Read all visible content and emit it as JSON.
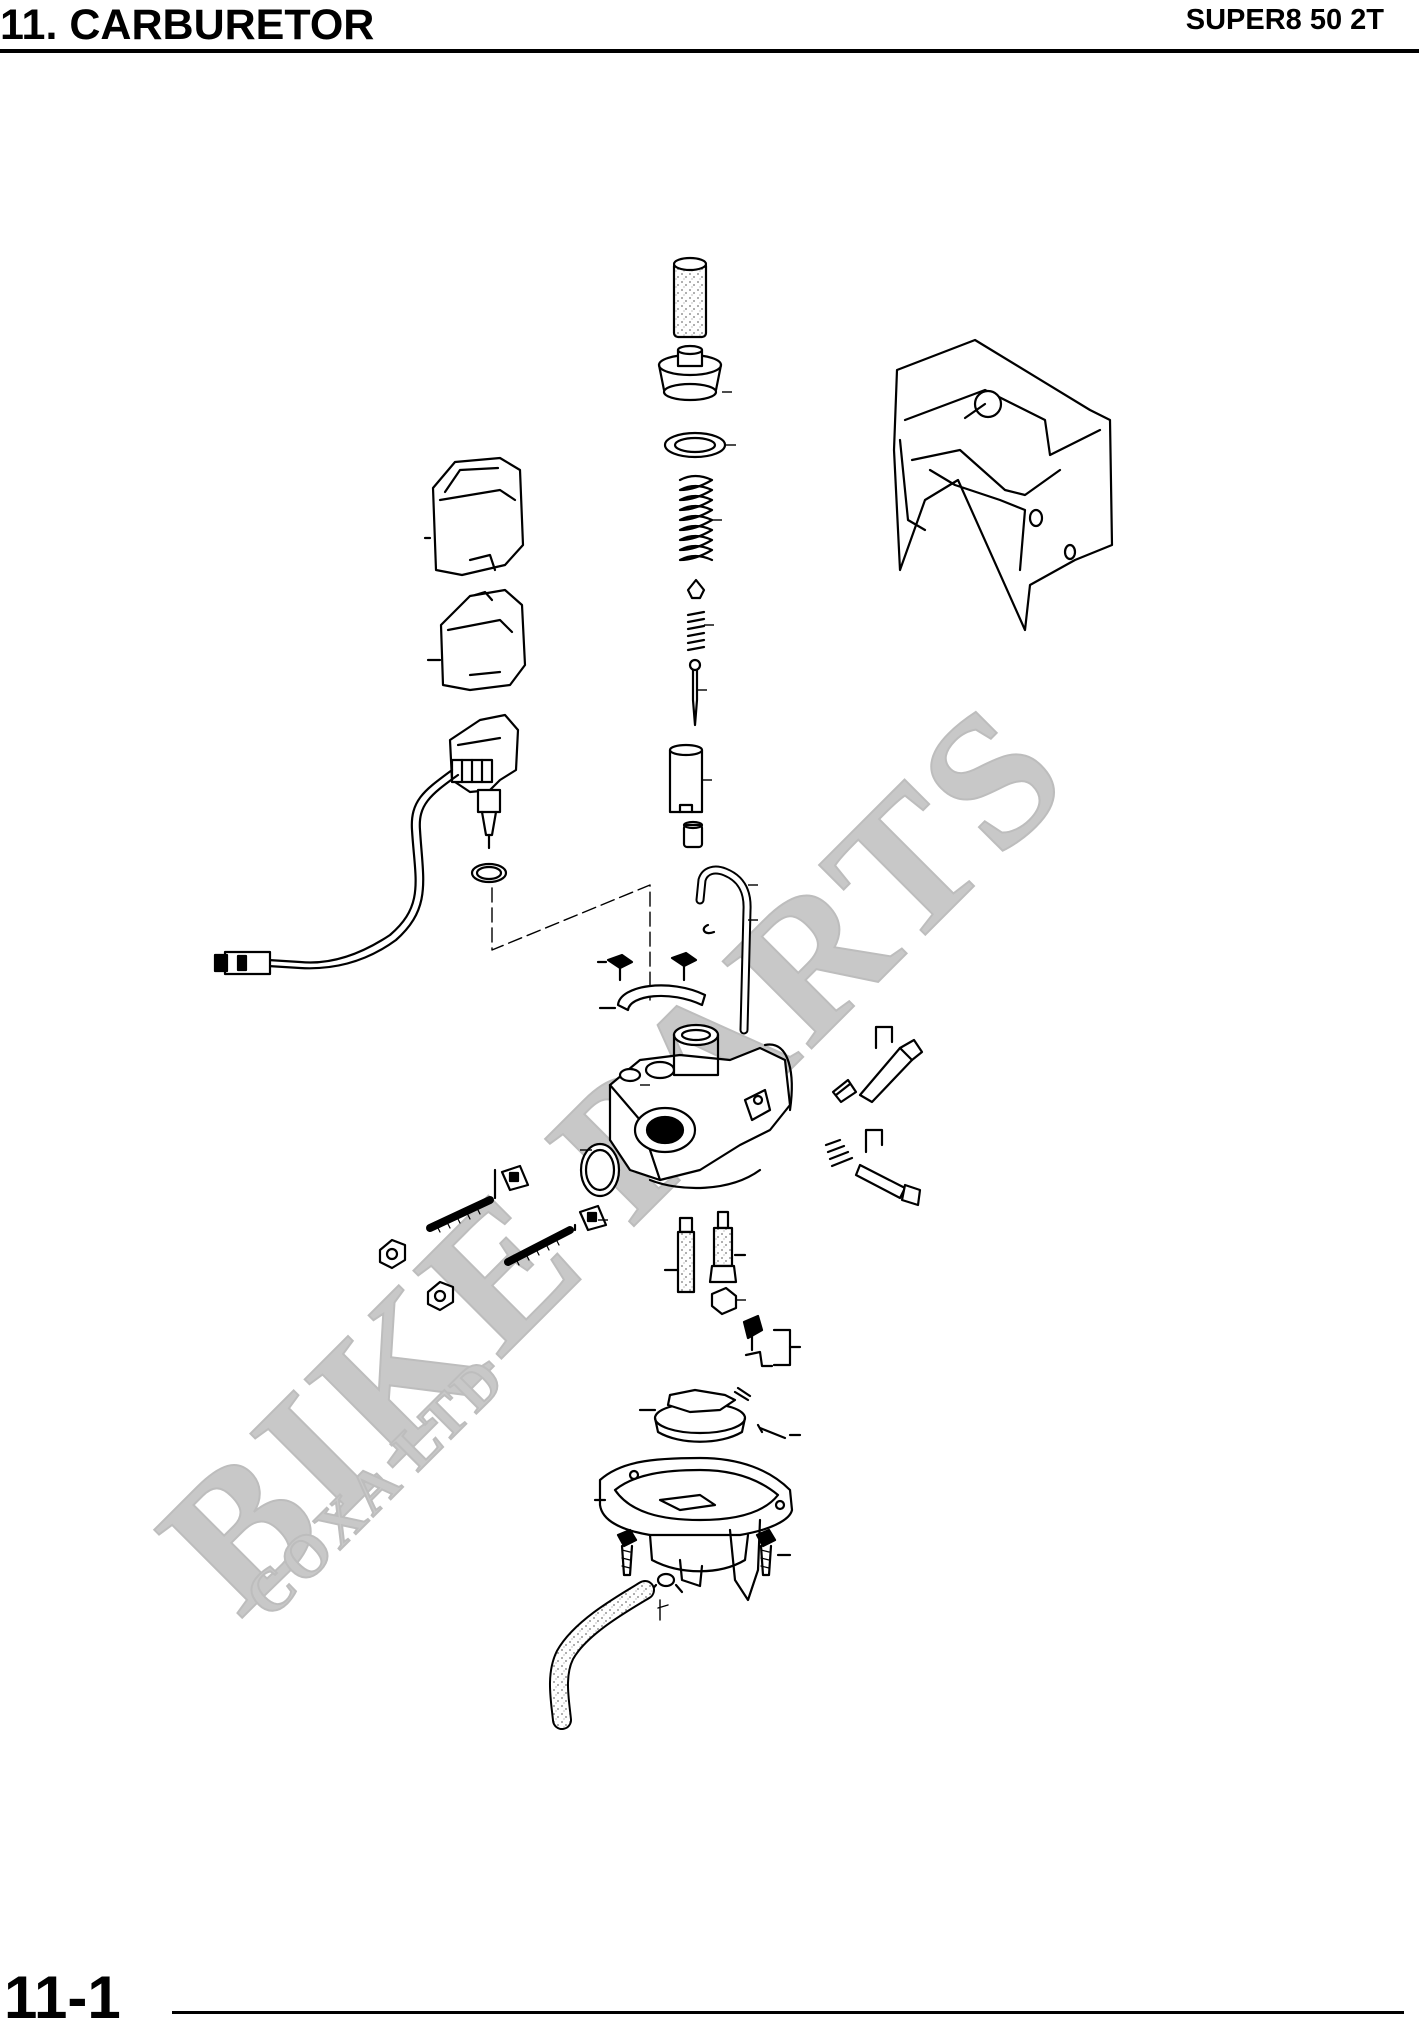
{
  "header": {
    "title": "11. CARBURETOR",
    "model": "SUPER8 50 2T"
  },
  "footer": {
    "page_number": "11-1"
  },
  "watermark": {
    "brand": "BIKE PARTS",
    "subtitle": "COXA LTD"
  },
  "colors": {
    "ink": "#000000",
    "watermark": "#c8c8c8",
    "speckle": "#777777"
  },
  "icons": [
    "air-filter-box-icon",
    "choke-cap-icon",
    "auto-choke-icon",
    "carburetor-body-icon",
    "float-bowl-icon",
    "fuel-hose-icon"
  ]
}
